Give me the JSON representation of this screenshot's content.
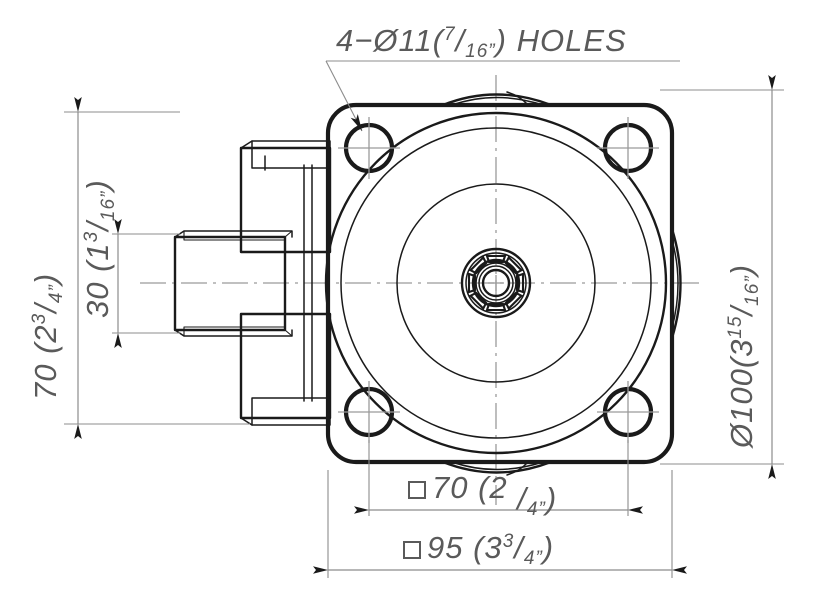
{
  "drawing": {
    "title_note": "4−Ø11(7/16\") HOLES",
    "background_color": "#ffffff",
    "line_color": "#1a1a1a",
    "dimension_color": "#8c8c8c",
    "text_color": "#5a5a5a",
    "callouts": {
      "holes_note": {
        "prefix": "4−Ø11(",
        "numerator": "7",
        "denominator": "16”",
        "suffix": ") HOLES",
        "full_text": "4−Ø11(7/16”) HOLES"
      }
    },
    "dimensions": {
      "left_outer": {
        "value": "70",
        "paren_open": "(2",
        "numerator": "3",
        "denominator": "4”",
        "paren_close": ")",
        "full_text": "70 (2 3/4”)",
        "orientation": "vertical"
      },
      "left_inner": {
        "value": "30",
        "paren_open": "(1",
        "numerator": "3",
        "denominator": "16”",
        "paren_close": ")",
        "full_text": "30 (1 3/16”)",
        "orientation": "vertical"
      },
      "right_outer": {
        "value": "Ø100",
        "paren_open": "(3",
        "numerator": "15",
        "denominator": "16”",
        "paren_close": ")",
        "full_text": "Ø100(3 15/16”)",
        "orientation": "vertical"
      },
      "bottom_inner": {
        "square_symbol": "□",
        "value": "70",
        "paren_open": "(2",
        "numerator": "",
        "denominator": "4”",
        "paren_close": ")",
        "full_text": "□70 (2 /4”)",
        "orientation": "horizontal"
      },
      "bottom_outer": {
        "square_symbol": "□",
        "value": "95",
        "paren_open": "(3",
        "numerator": "3",
        "denominator": "4”",
        "paren_close": ")",
        "full_text": "□95 (3 3/4”)",
        "orientation": "horizontal"
      }
    },
    "part": {
      "description": "hydraulic motor front flange view with splined shaft",
      "hole_count": 4,
      "hole_diameter_mm": 11,
      "flange_width_mm": 95,
      "bolt_circle_mm": 70,
      "body_diameter_mm": 100,
      "body_height_mm": 70,
      "shaft_boss_mm": 30
    }
  }
}
